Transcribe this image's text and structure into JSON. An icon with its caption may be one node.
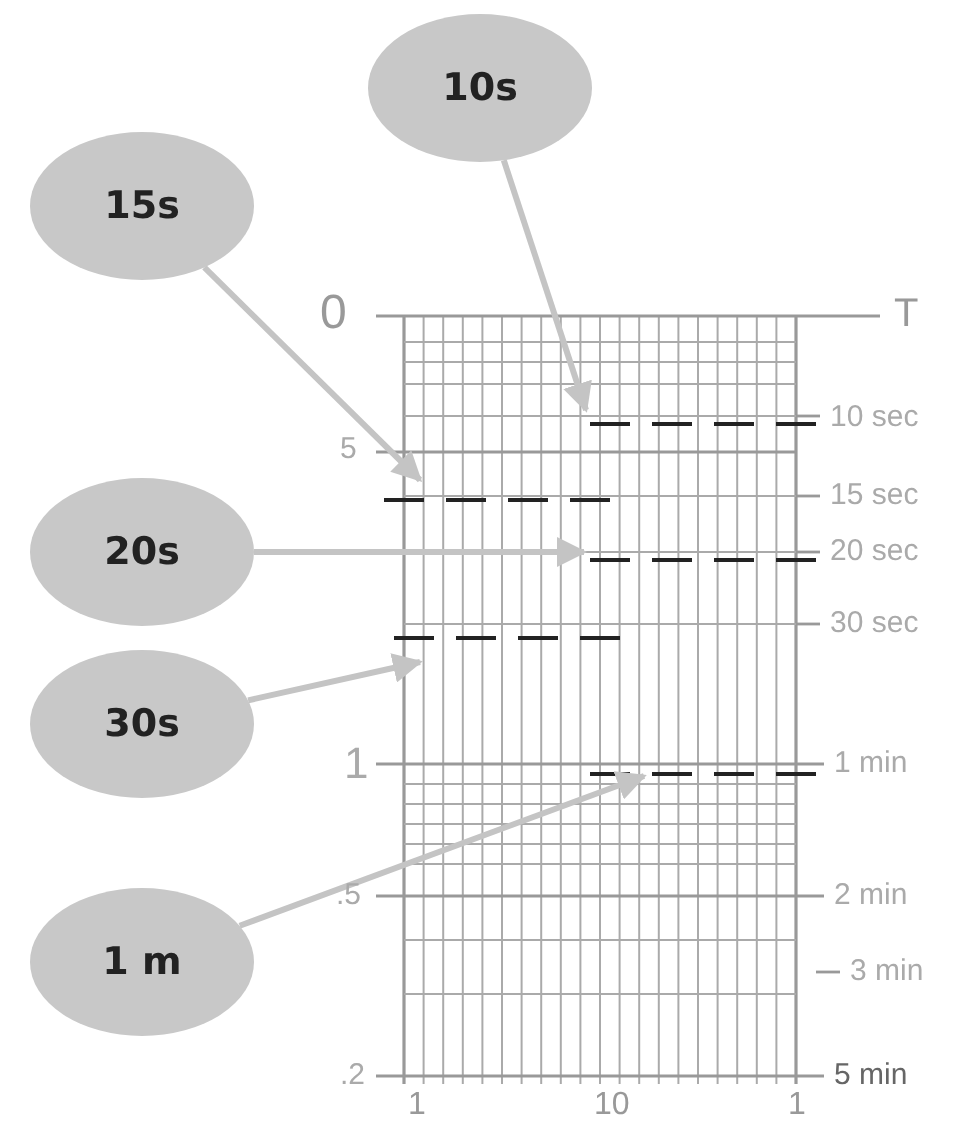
{
  "diagram": {
    "nodes": [
      {
        "text": [
          "10s"
        ]
      },
      {
        "text": [
          "15s"
        ]
      },
      {
        "text": [
          "20s"
        ]
      },
      {
        "text": [
          "30s"
        ]
      },
      {
        "text": [
          "1 m"
        ]
      }
    ],
    "edges": [
      {
        "from": 0,
        "to": null,
        "arrow": "to"
      },
      {
        "from": 1,
        "to": null,
        "arrow": "to"
      },
      {
        "from": 2,
        "to": null,
        "arrow": "to"
      },
      {
        "from": 3,
        "to": null,
        "arrow": "to"
      },
      {
        "from": 4,
        "to": null,
        "arrow": "to"
      }
    ],
    "labels": [
      "0",
      "T",
      "10 sec",
      "5",
      "15 sec",
      "20 sec",
      "30 sec",
      "1",
      "1 min",
      ".5",
      "2 min",
      "3 min",
      ".2",
      "5 min",
      "1",
      "10",
      "1"
    ]
  }
}
